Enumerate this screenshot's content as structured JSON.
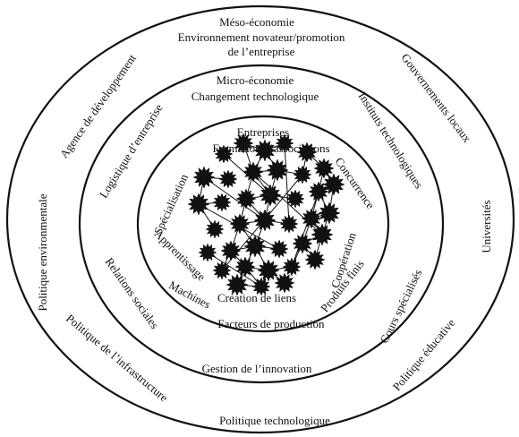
{
  "colors": {
    "ink": "#111111",
    "background": "#ffffff"
  },
  "outer": {
    "title": "Méso-économie",
    "subtitle_line1": "Environnement novateur/promotion",
    "subtitle_line2": "de l’entreprise",
    "labels": {
      "agence": "Agence de développement",
      "gouvernements": "Gouvernements locaux",
      "politique_env": "Politique environmentale",
      "universites": "Universités",
      "politique_infra": "Politique de l’infrastructure",
      "politique_educ": "Politique éducative",
      "politique_tech": "Politique technologique"
    }
  },
  "middle": {
    "title": "Micro-économie",
    "subtitle": "Changement technologique",
    "labels": {
      "logistique": "Logistique d’entreprise",
      "instituts": "Instituts technologiques",
      "relations": "Relations sociales",
      "cours": "Cours spécialisés",
      "gestion": "Gestion de l’innovation"
    }
  },
  "inner": {
    "title": "Entreprises",
    "subtitle": "Formation d’associations",
    "labels": {
      "specialisation": "Spécialisation",
      "concurrence": "Concurrence",
      "apprentissage": "Apprentissage",
      "cooperation": "Coopération",
      "machines": "Machines",
      "produits": "Produits finis",
      "creation": "Création de liens",
      "facteurs": "Facteurs de production"
    }
  },
  "network": {
    "node_count": 38,
    "node_shape": "spiky-star"
  }
}
